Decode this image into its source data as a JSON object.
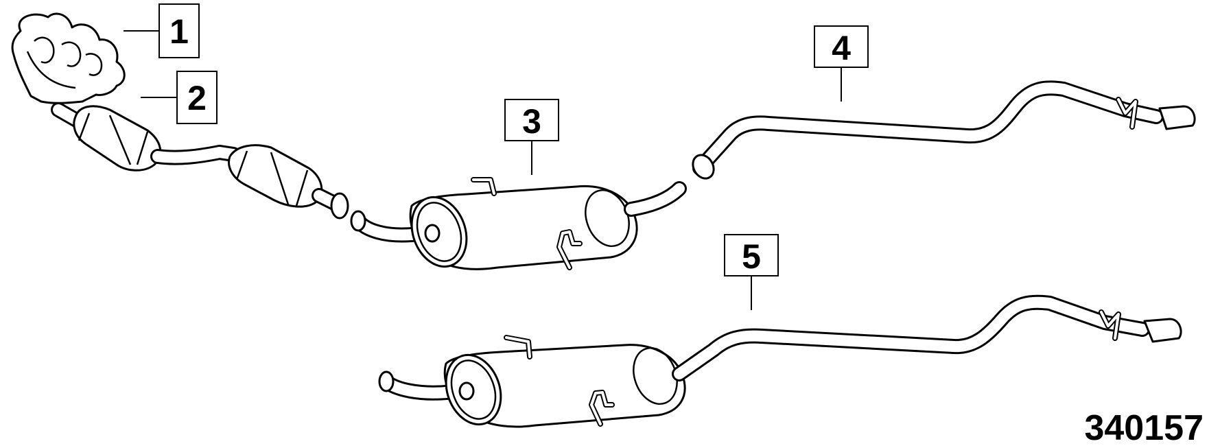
{
  "callouts": [
    {
      "id": "1",
      "label": "1"
    },
    {
      "id": "2",
      "label": "2"
    },
    {
      "id": "3",
      "label": "3"
    },
    {
      "id": "4",
      "label": "4"
    },
    {
      "id": "5",
      "label": "5"
    }
  ],
  "drawing_number": "340157"
}
